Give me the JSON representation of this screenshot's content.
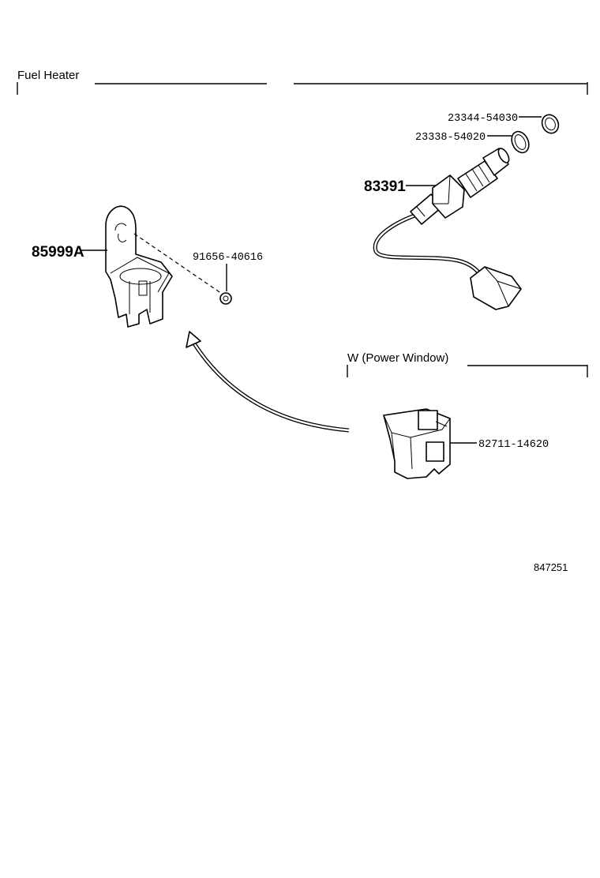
{
  "sections": {
    "fuel_heater": "Fuel Heater",
    "power_window": "W (Power Window)"
  },
  "parts": {
    "ring_outer": "23344-54030",
    "ring_inner": "23338-54020",
    "sensor": "83391",
    "bracket": "85999A",
    "nut": "91656-40616",
    "holder": "82711-14620"
  },
  "illustration_number": "847251"
}
